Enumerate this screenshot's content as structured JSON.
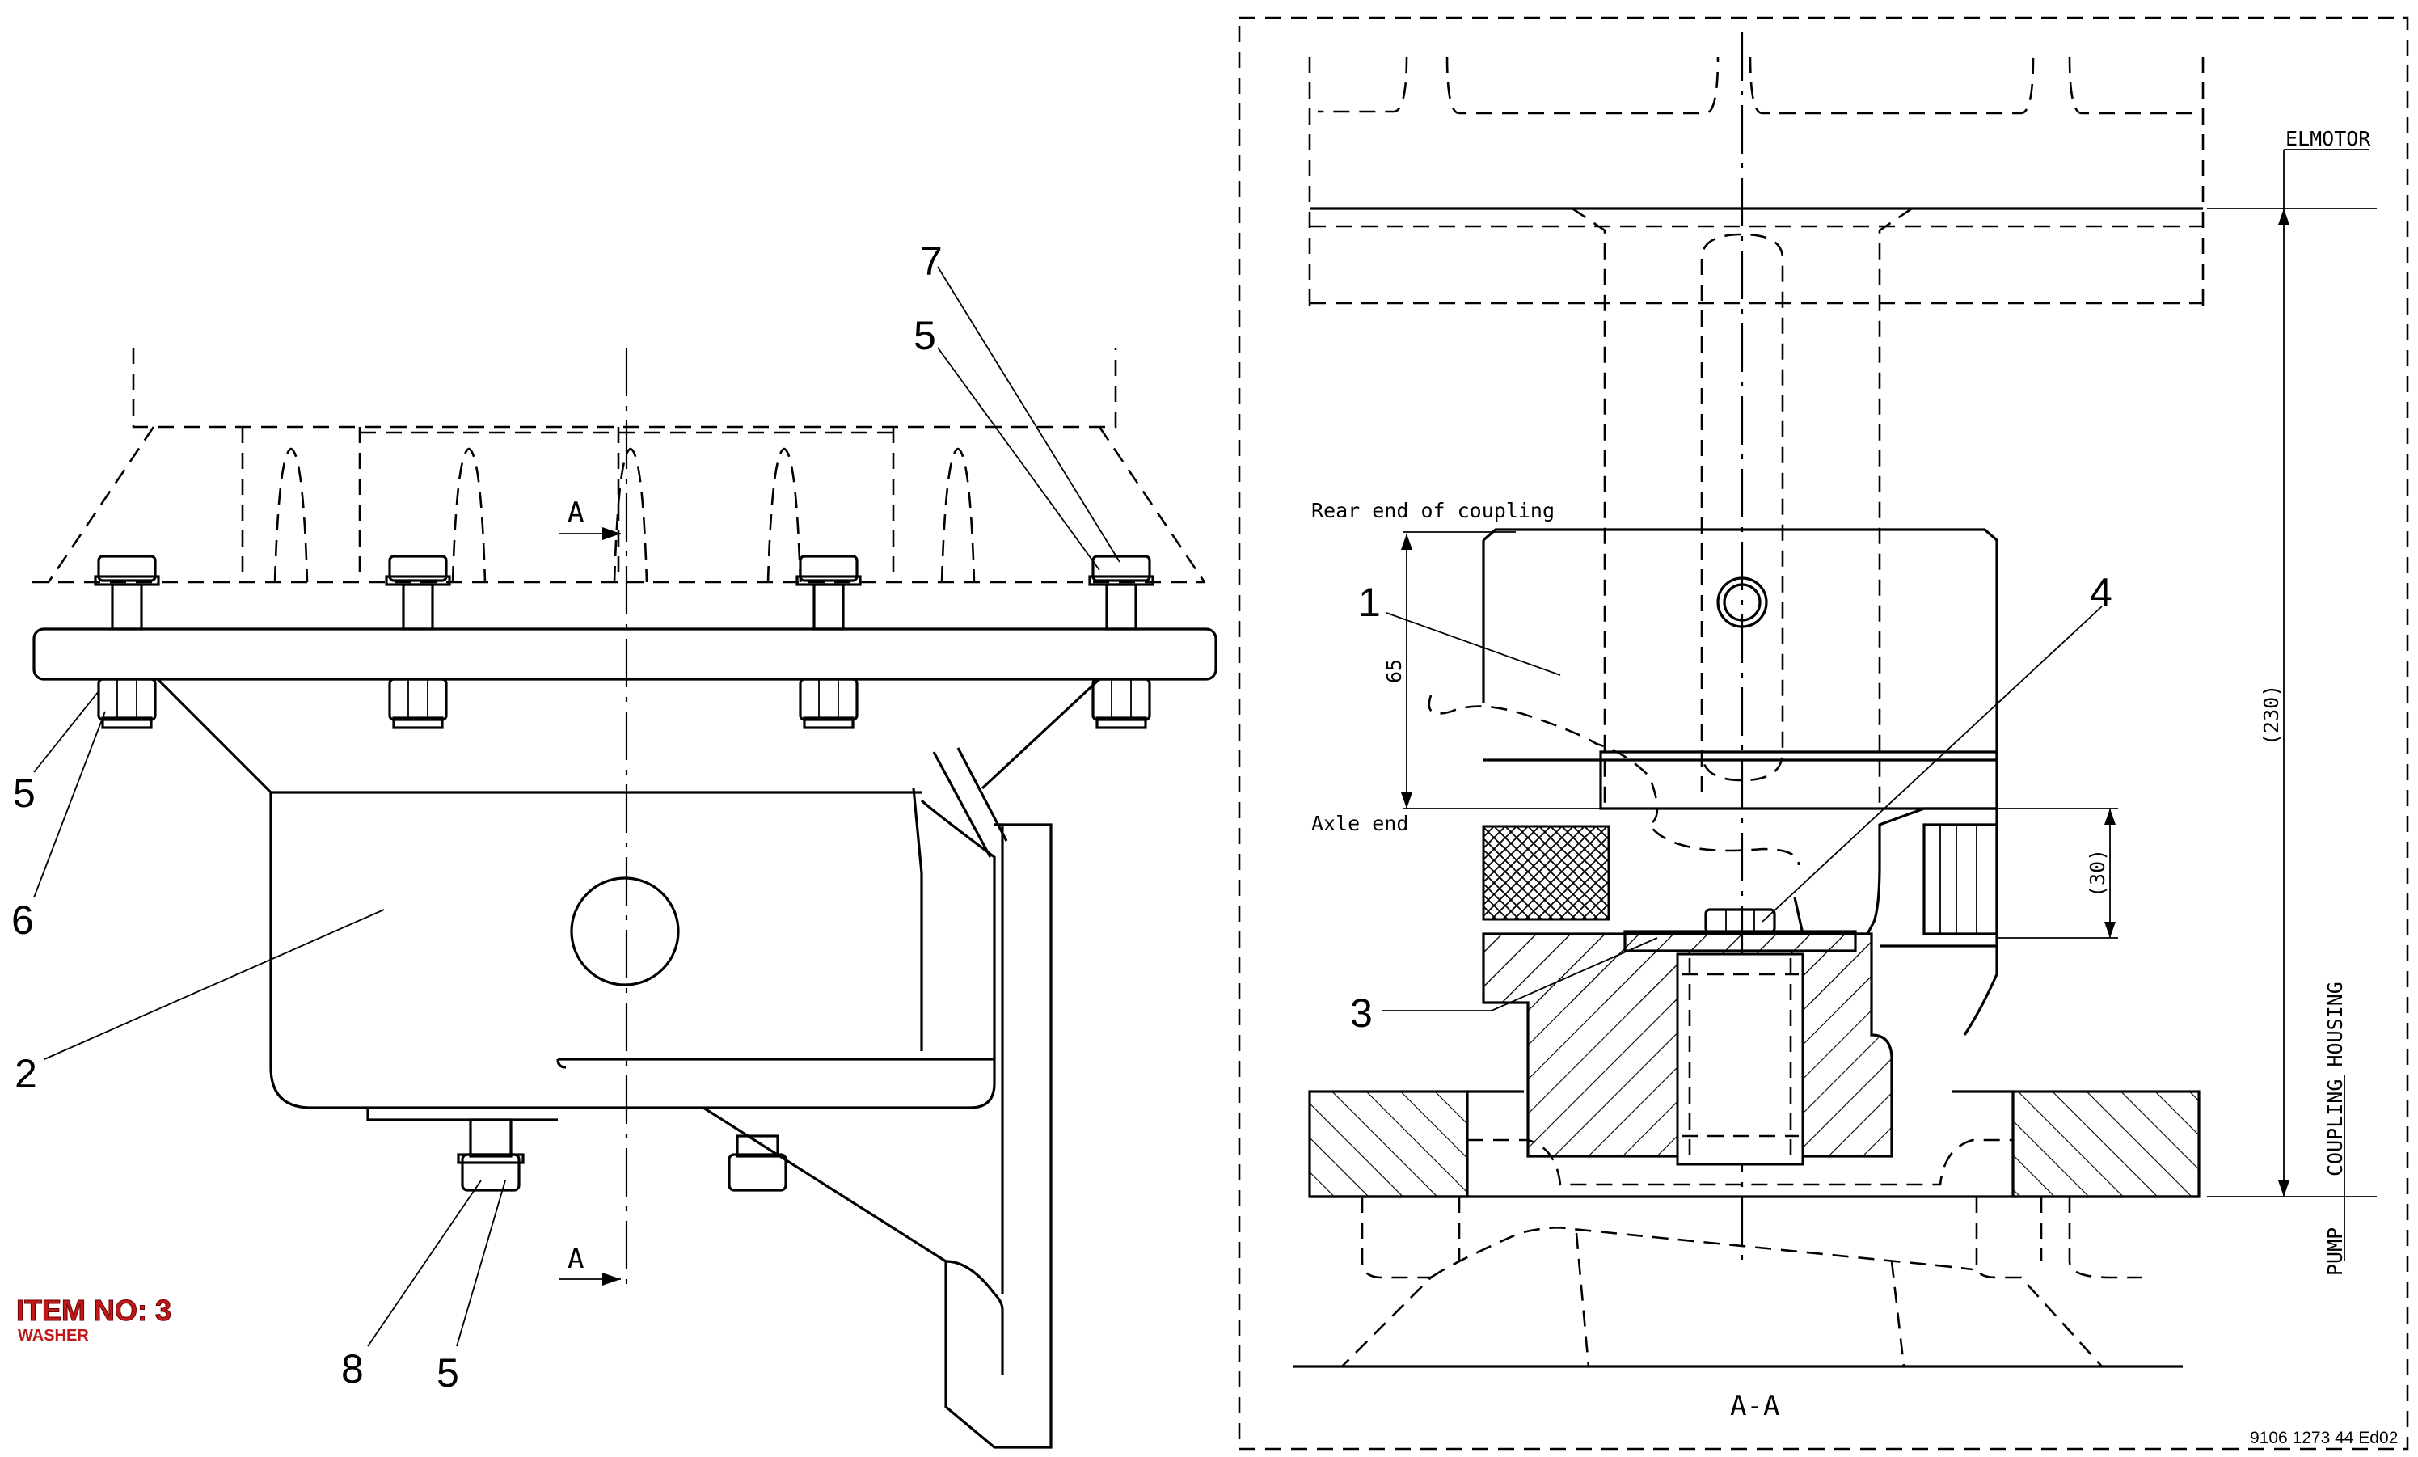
{
  "callouts": {
    "n1": "1",
    "n2": "2",
    "n3": "3",
    "n4": "4",
    "n5_left": "5",
    "n5_bottom": "5",
    "n5_top": "5",
    "n6": "6",
    "n7": "7",
    "n8": "8"
  },
  "section_marks": {
    "top": "A",
    "bottom": "A",
    "view_title": "A-A"
  },
  "labels": {
    "rear_end": "Rear end of coupling",
    "axle_end": "Axle end",
    "elmotor": "ELMOTOR",
    "coupling_housing": "COUPLING HOUSING",
    "pump": "PUMP"
  },
  "dimensions": {
    "d65": "65",
    "d30": "(30)",
    "d230": "(230)"
  },
  "item": {
    "title": "ITEM NO: 3",
    "name": "WASHER"
  },
  "doc_number": "9106 1273 44 Ed02",
  "colors": {
    "line": "#000000",
    "item_text": "#c01818",
    "background": "#ffffff"
  }
}
